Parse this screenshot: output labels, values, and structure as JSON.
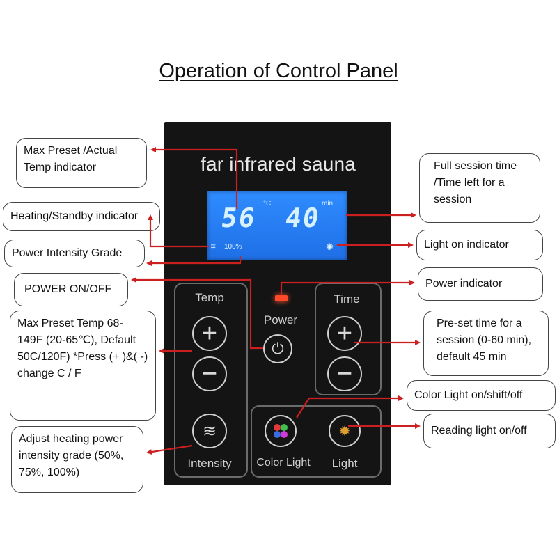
{
  "title": "Operation of Control Panel",
  "panel": {
    "brand": "far infrared sauna",
    "display": {
      "temp_value": "56",
      "temp_unit": "°C",
      "time_value": "40",
      "time_unit": "min",
      "intensity": "100%"
    },
    "labels": {
      "temp": "Temp",
      "time": "Time",
      "power": "Power",
      "intensity": "Intensity",
      "color_light": "Color Light",
      "light": "Light"
    }
  },
  "callouts": {
    "max_preset": "Max Preset /Actual Temp indicator",
    "heating_standby": "Heating/Standby indicator",
    "power_intensity_grade": "Power Intensity Grade",
    "power_onoff": "POWER ON/OFF",
    "max_preset_temp": "Max Preset Temp 68-149F (20-65℃), Default 50C/120F) *Press (+ )&( -) change C / F",
    "adjust_heating": "Adjust heating power intensity grade (50%, 75%, 100%)",
    "session_time": "Full session time /Time left for a session",
    "light_on": "Light on indicator",
    "power_indicator": "Power indicator",
    "preset_time": "Pre-set time for a session (0-60 min), default 45 min",
    "color_light": "Color Light on/shift/off",
    "reading_light": "Reading light on/off"
  },
  "colors": {
    "arrow": "#cc1f1f",
    "lcd": "#2f8cff",
    "panel": "#141414",
    "led": "#ff4a2a"
  }
}
